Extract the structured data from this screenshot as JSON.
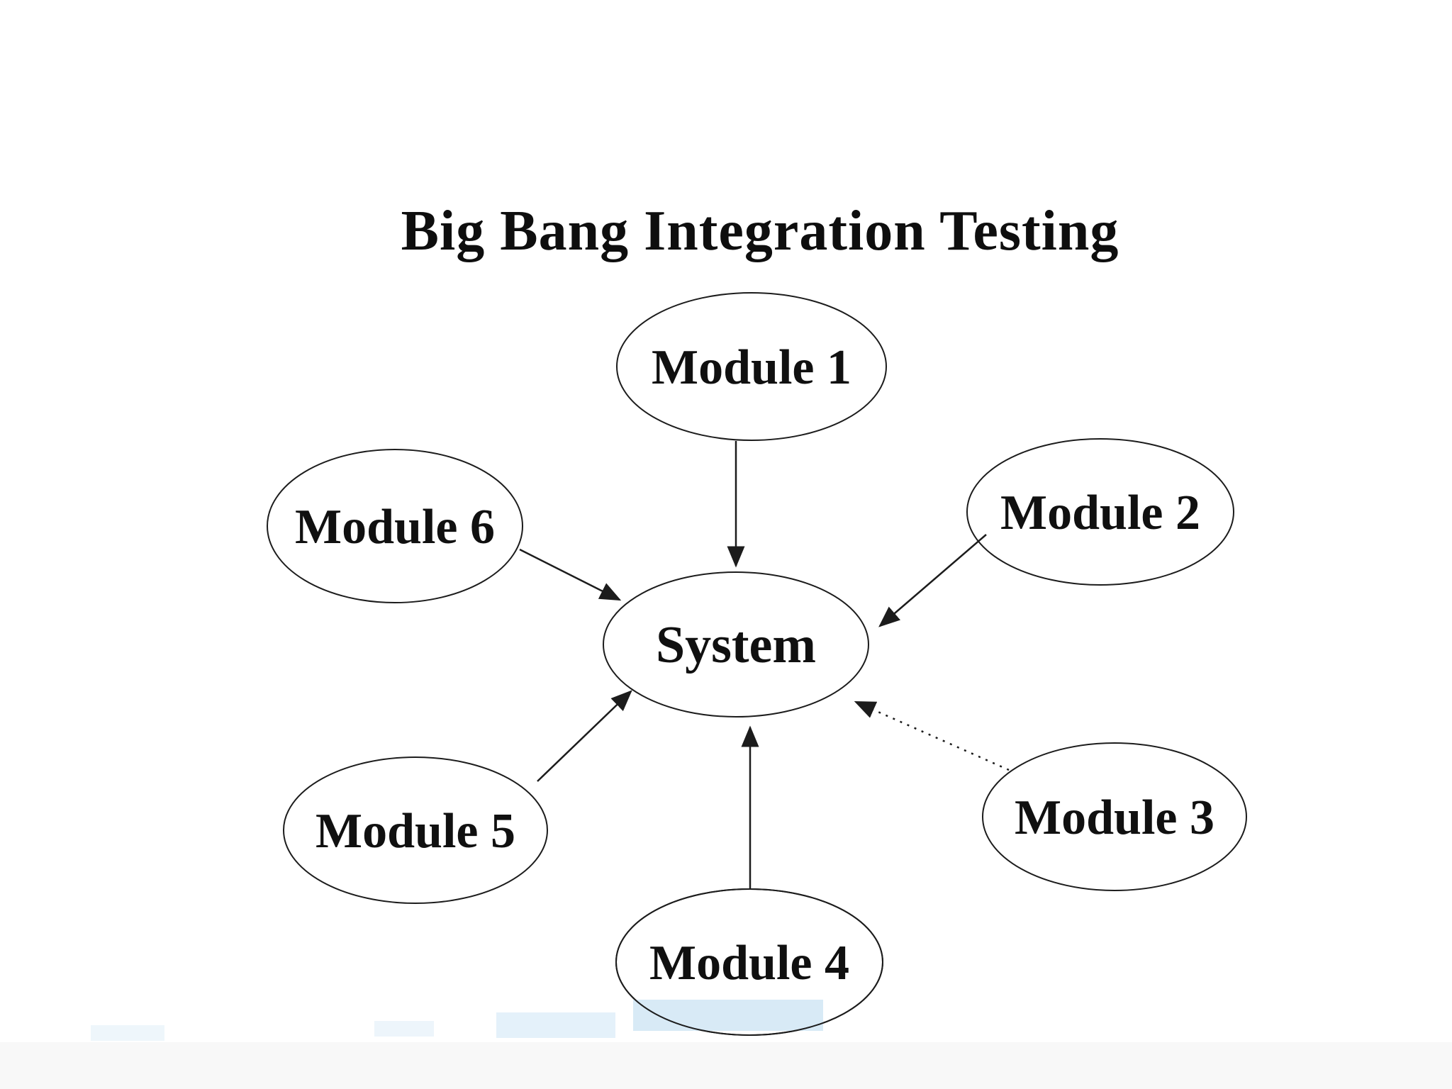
{
  "diagram": {
    "title": "Big Bang Integration Testing",
    "type": "hub-and-spoke integration diagram",
    "center_node": {
      "label": "System",
      "position": "center"
    },
    "nodes": [
      {
        "label": "Module 1",
        "position": "top"
      },
      {
        "label": "Module 2",
        "position": "upper-right"
      },
      {
        "label": "Module 3",
        "position": "lower-right"
      },
      {
        "label": "Module 4",
        "position": "bottom"
      },
      {
        "label": "Module 5",
        "position": "lower-left"
      },
      {
        "label": "Module 6",
        "position": "upper-left"
      }
    ],
    "edges": [
      {
        "from": "Module 1",
        "to": "System",
        "style": "solid",
        "arrowhead": "filled-triangle"
      },
      {
        "from": "Module 2",
        "to": "System",
        "style": "solid",
        "arrowhead": "filled-triangle"
      },
      {
        "from": "Module 3",
        "to": "System",
        "style": "dotted",
        "arrowhead": "filled-triangle"
      },
      {
        "from": "Module 4",
        "to": "System",
        "style": "solid",
        "arrowhead": "filled-triangle"
      },
      {
        "from": "Module 5",
        "to": "System",
        "style": "solid",
        "arrowhead": "filled-triangle"
      },
      {
        "from": "Module 6",
        "to": "System",
        "style": "solid",
        "arrowhead": "filled-triangle"
      }
    ],
    "colors": {
      "background": "#ffffff",
      "line": "#1c1c1c",
      "text": "#101010",
      "node_fill": "#ffffff",
      "artifact_blue": "#d8eaf6",
      "bottom_band_gray": "#f8f8f8"
    }
  }
}
